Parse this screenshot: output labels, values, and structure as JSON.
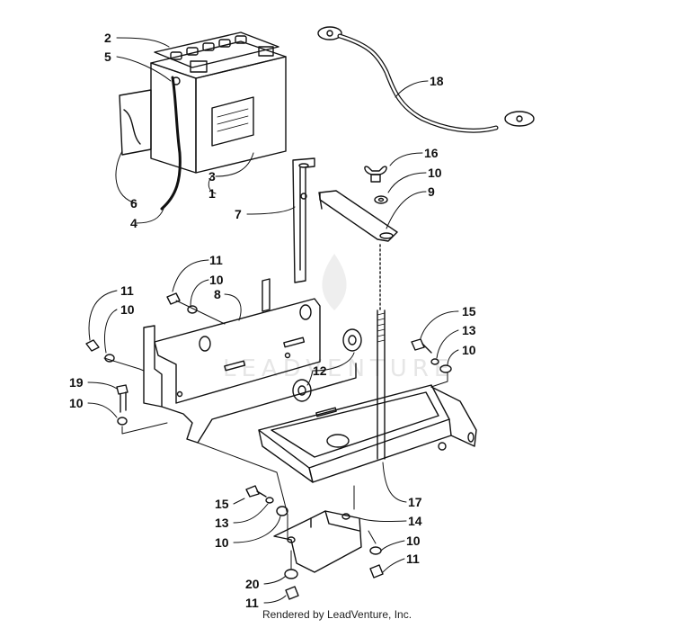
{
  "diagram": {
    "footer": "Rendered by LeadVenture, Inc.",
    "watermark": "LEADVENTURE",
    "parts": [
      {
        "id": "battery",
        "callouts": [
          "2",
          "5",
          "3",
          "1",
          "6",
          "4"
        ]
      },
      {
        "id": "battery-cable",
        "callouts": [
          "18"
        ]
      },
      {
        "id": "hold-down-bracket",
        "callouts": [
          "7"
        ]
      },
      {
        "id": "hold-down-strap",
        "callouts": [
          "16",
          "10",
          "9"
        ]
      },
      {
        "id": "battery-mount-plate",
        "callouts": [
          "11",
          "10",
          "8",
          "11",
          "10",
          "12",
          "19",
          "10"
        ]
      },
      {
        "id": "battery-tray",
        "callouts": [
          "15",
          "13",
          "10",
          "17"
        ]
      },
      {
        "id": "lower-bracket",
        "callouts": [
          "15",
          "13",
          "10",
          "14",
          "10",
          "11",
          "20",
          "11"
        ]
      }
    ],
    "labels": [
      "2",
      "5",
      "18",
      "16",
      "10",
      "9",
      "3",
      "1",
      "6",
      "4",
      "7",
      "11",
      "10",
      "8",
      "11",
      "10",
      "15",
      "13",
      "10",
      "12",
      "19",
      "10",
      "17",
      "15",
      "13",
      "14",
      "10",
      "10",
      "11",
      "20",
      "11"
    ]
  }
}
